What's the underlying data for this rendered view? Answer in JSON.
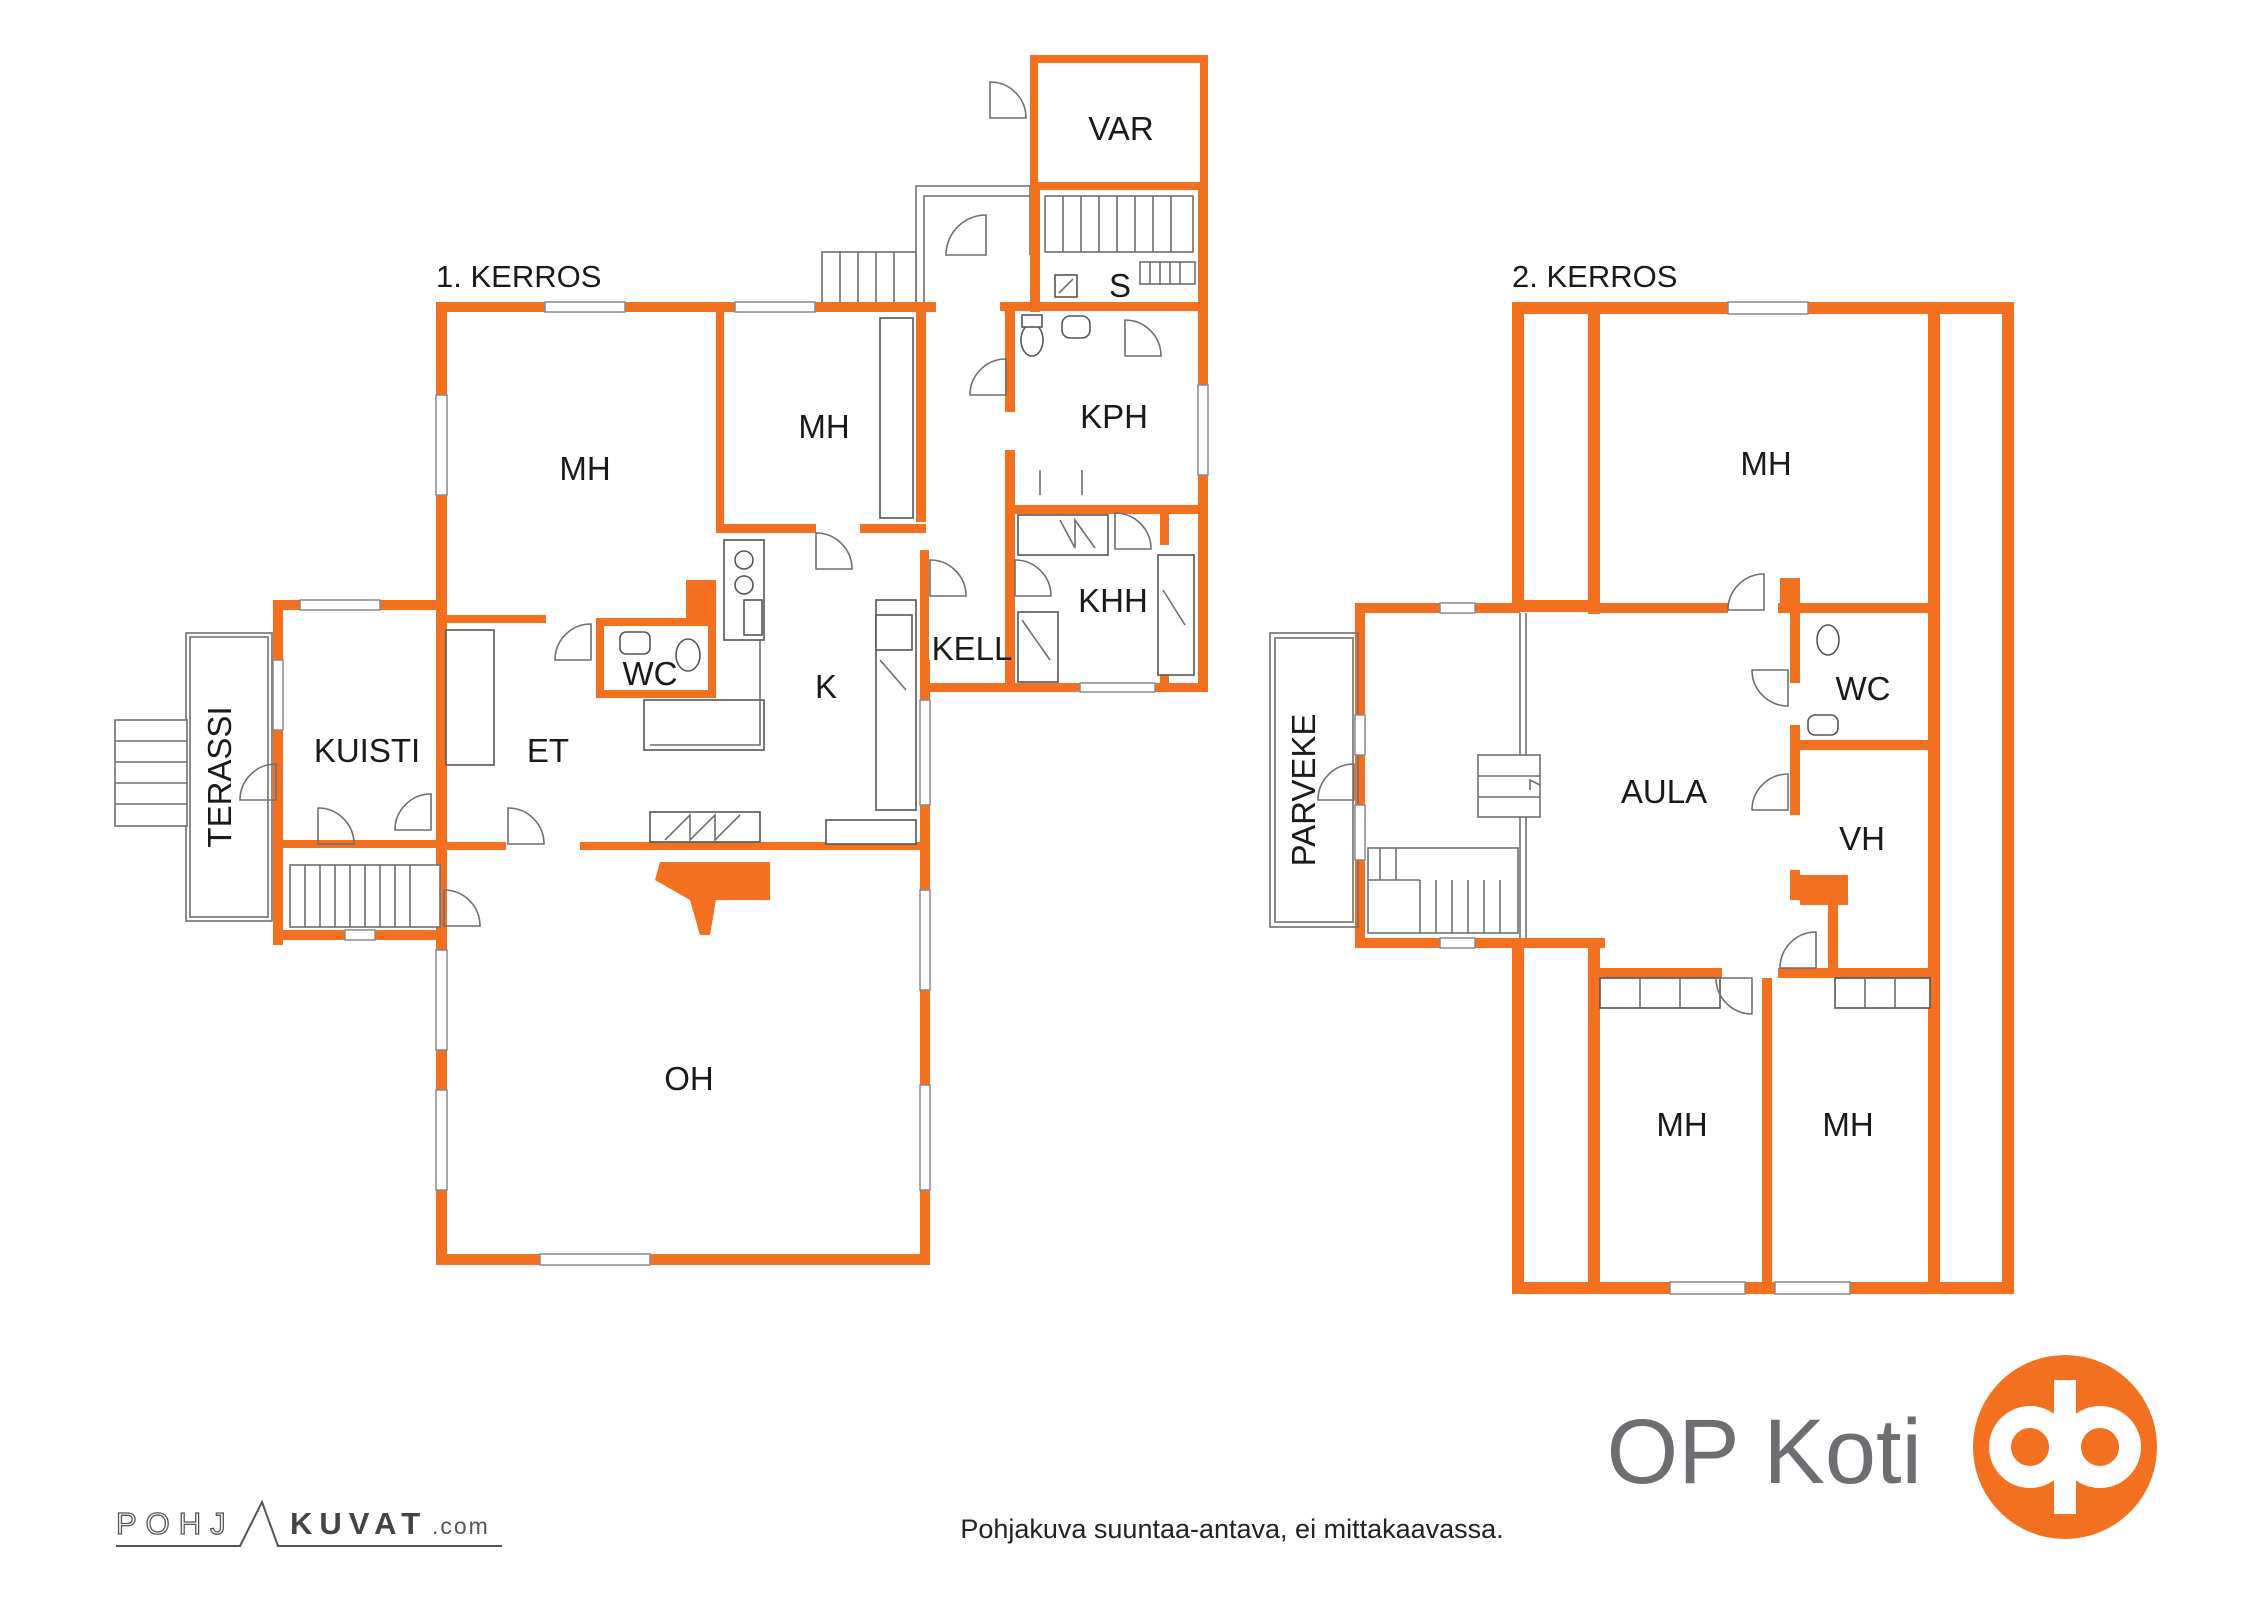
{
  "floors": {
    "first": {
      "title": "1. KERROS",
      "rooms": {
        "var": "VAR",
        "s": "S",
        "mh_left": "MH",
        "mh_mid": "MH",
        "kph": "KPH",
        "khh": "KHH",
        "kell": "KELL",
        "wc": "WC",
        "k": "K",
        "kuisti": "KUISTI",
        "et": "ET",
        "terassi": "TERASSI",
        "oh": "OH"
      }
    },
    "second": {
      "title": "2. KERROS",
      "rooms": {
        "mh_top": "MH",
        "wc": "WC",
        "aula": "AULA",
        "vh": "VH",
        "parveke": "PARVEKE",
        "mh_bottom_left": "MH",
        "mh_bottom_right": "MH"
      }
    }
  },
  "footer": {
    "disclaimer": "Pohjakuva suuntaa-antava, ei mittakaavassa.",
    "brand": "OP Koti",
    "credit_left": "POHJ",
    "credit_right": "KUVAT",
    "credit_suffix": ".com"
  },
  "colors": {
    "wall": "#f37021",
    "text": "#1a1a1a",
    "brand_text": "#6d6e71"
  }
}
